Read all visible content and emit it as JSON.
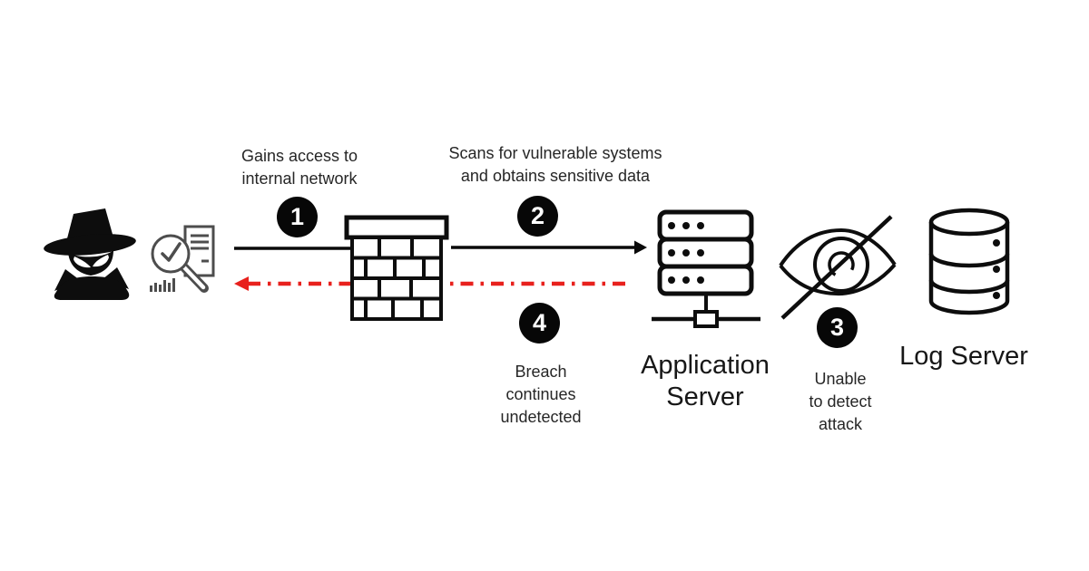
{
  "steps": [
    {
      "number": "1",
      "lines": [
        "Gains access to",
        "internal network"
      ]
    },
    {
      "number": "2",
      "lines": [
        "Scans for vulnerable systems",
        "and obtains sensitive data"
      ]
    },
    {
      "number": "3",
      "lines": [
        "Unable",
        "to detect",
        "attack"
      ]
    },
    {
      "number": "4",
      "lines": [
        "Breach",
        "continues",
        "undetected"
      ]
    }
  ],
  "nodes": {
    "attacker": {
      "icon": "spy-icon"
    },
    "scanner": {
      "icon": "magnifier-report-icon"
    },
    "firewall": {
      "icon": "firewall-brick-icon"
    },
    "application_server": {
      "icon": "server-stack-icon",
      "lines": [
        "Application",
        "Server"
      ]
    },
    "detection": {
      "icon": "eye-slash-icon"
    },
    "log_server": {
      "icon": "database-cylinder-icon",
      "label": "Log Server"
    }
  },
  "colors": {
    "line": "#0a0a0a",
    "alert": "#e8211d",
    "text": "#262626",
    "icon_gray": "#4d4d4d",
    "background": "#ffffff"
  }
}
